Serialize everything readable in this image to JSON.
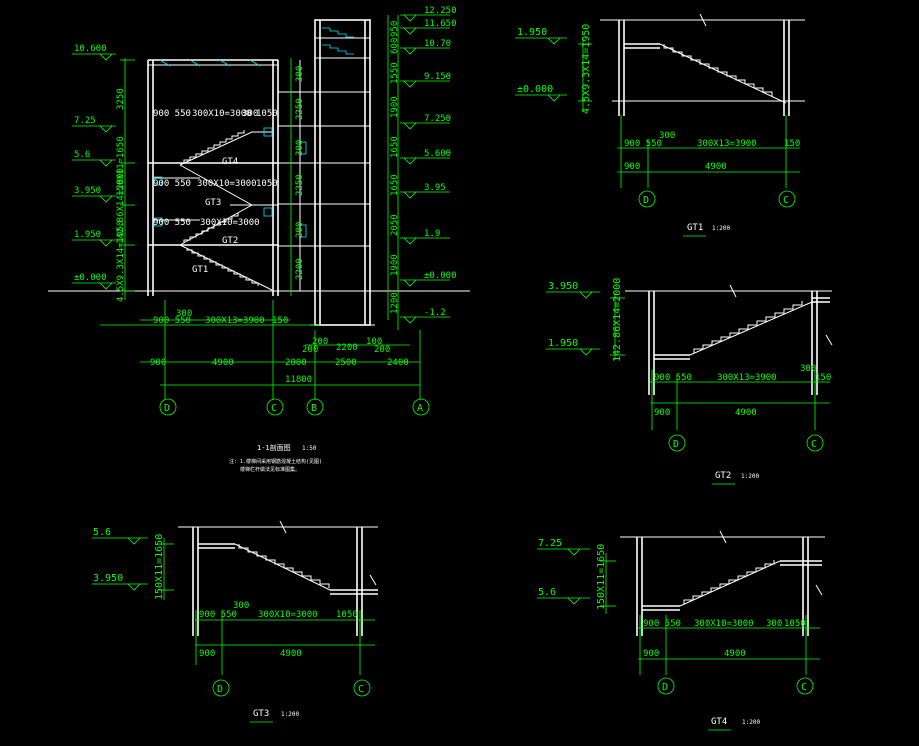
{
  "section_1": {
    "title": "1-1剖面图",
    "scale": "1:50",
    "note_line1": "注: 1.楼梯间采用钢筋混凝土结构(见图)",
    "note_line2": "楼梯栏杆做法见标准图集。",
    "elev_left": [
      "10.600",
      "7.25",
      "5.6",
      "3.950",
      "1.950",
      "±0.000"
    ],
    "elev_right": [
      "12.250",
      "11.650",
      "10.70",
      "9.150",
      "7.250",
      "5.600",
      "3.95",
      "1.9",
      "±0.000",
      "-1.2"
    ],
    "vdim_left": [
      "3250",
      "150X11=1650",
      "142.86X14=2000",
      "4.5X9.3X14=1950"
    ],
    "vdim_mid": [
      "300",
      "2250",
      "300",
      "2250",
      "200",
      "2200"
    ],
    "vdim_right": [
      "950",
      "600",
      "1550",
      "1900",
      "1650",
      "1650",
      "2050",
      "1900",
      "1200"
    ],
    "stair_dims": [
      "900 550",
      "300X10=3000",
      "300",
      "1050",
      "300X13=3900"
    ],
    "labels": [
      "GT4",
      "GT3",
      "GT2",
      "GT1"
    ],
    "dim_300": "300",
    "dim_150": "150",
    "bottom_dims": [
      "200",
      "2200",
      "100",
      "200",
      "200",
      "2500",
      "2400"
    ],
    "overall_dims": [
      "900",
      "4900",
      "2000",
      "2500",
      "2400",
      "11800"
    ],
    "axes": [
      "D",
      "C",
      "B",
      "A"
    ]
  },
  "gt1": {
    "title": "GT1",
    "scale": "1:200",
    "elevs": [
      "1.950",
      "±0.000"
    ],
    "vdim": "4.5X9.3X14=1950",
    "dims": [
      "900 550",
      "300",
      "300X13=3900",
      "150"
    ],
    "overall": [
      "900",
      "4900"
    ],
    "axes": [
      "D",
      "C"
    ]
  },
  "gt2": {
    "title": "GT2",
    "scale": "1:200",
    "elevs": [
      "3.950",
      "1.950"
    ],
    "vdim": "142.86X14=2000",
    "dims": [
      "900 550",
      "300X13=3900",
      "300",
      "150"
    ],
    "overall": [
      "900",
      "4900"
    ],
    "axes": [
      "D",
      "C"
    ]
  },
  "gt3": {
    "title": "GT3",
    "scale": "1:200",
    "elevs": [
      "5.6",
      "3.950"
    ],
    "vdim": "150X11=1650",
    "dims": [
      "900 550",
      "300",
      "300X10=3000",
      "1050"
    ],
    "overall": [
      "900",
      "4900"
    ],
    "axes": [
      "D",
      "C"
    ]
  },
  "gt4": {
    "title": "GT4",
    "scale": "1:200",
    "elevs": [
      "7.25",
      "5.6"
    ],
    "vdim": "150X11=1650",
    "dims": [
      "900 550",
      "300X10=3000",
      "300",
      "1050"
    ],
    "overall": [
      "900",
      "4900"
    ],
    "axes": [
      "D",
      "C"
    ]
  },
  "colors": {
    "background": "#000000",
    "structure": "#ffffff",
    "dimension": "#00ff00",
    "slab_hatch": "#00e5ff"
  }
}
